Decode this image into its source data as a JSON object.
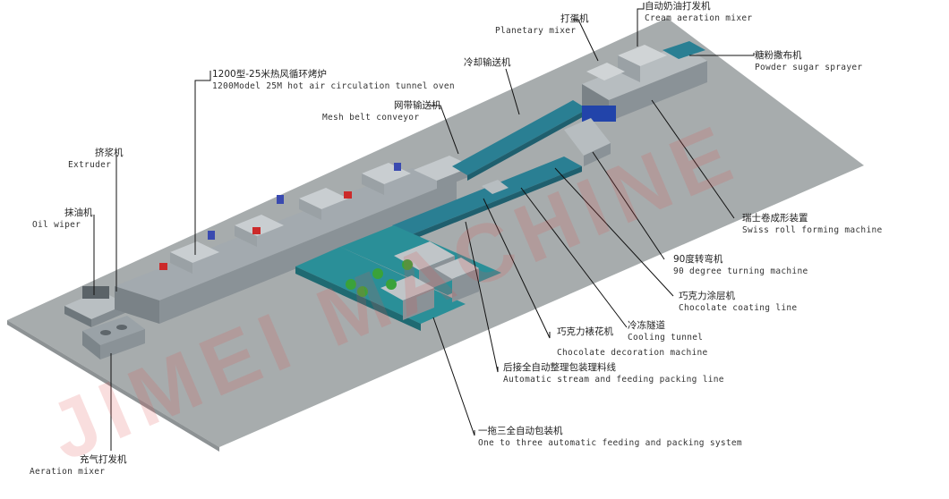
{
  "watermark": {
    "text": "JIMEI MACHINE",
    "color": "#e05050"
  },
  "colors": {
    "floor": "#a7acad",
    "machine_body": "#8f979c",
    "conveyor": "#2a7f93",
    "ingredient_ball": "#3aa23a",
    "leader_line": "#111111"
  },
  "labels": {
    "cream_mixer": {
      "cn": "自动奶油打发机",
      "en": "Cream aeration mixer"
    },
    "planetary_mixer": {
      "cn": "打蛋机",
      "en": "Planetary mixer"
    },
    "sugar_sprayer": {
      "cn": "糖粉撒布机",
      "en": "Powder sugar sprayer"
    },
    "cooling_conveyor": {
      "cn": "冷却输送机",
      "en": ""
    },
    "tunnel_oven": {
      "cn": "1200型-25米热风循环烤炉",
      "en": "1200Model 25M hot air circulation tunnel oven"
    },
    "mesh_conveyor": {
      "cn": "网带输送机",
      "en": "Mesh belt conveyor"
    },
    "extruder": {
      "cn": "挤浆机",
      "en": "Extruder"
    },
    "oil_wiper": {
      "cn": "抹油机",
      "en": "Oil wiper"
    },
    "swiss_roll": {
      "cn": "瑞士卷成形装置",
      "en": "Swiss roll forming machine"
    },
    "turning_machine": {
      "cn": "90度转弯机",
      "en": "90 degree turning machine"
    },
    "choc_coating": {
      "cn": "巧克力涂层机",
      "en": "Chocolate coating line"
    },
    "cooling_tunnel": {
      "cn": "冷冻隧道",
      "en": "Cooling tunnel"
    },
    "choc_decoration": {
      "cn": "巧克力裱花机",
      "en": "Chocolate decoration machine"
    },
    "packing_line": {
      "cn": "后接全自动整理包装理料线",
      "en": "Automatic stream and feeding packing line"
    },
    "packing_system": {
      "cn": "一拖三全自动包装机",
      "en": "One to three automatic feeding and packing system"
    },
    "aeration_mixer": {
      "cn": "充气打发机",
      "en": "Aeration mixer"
    }
  }
}
